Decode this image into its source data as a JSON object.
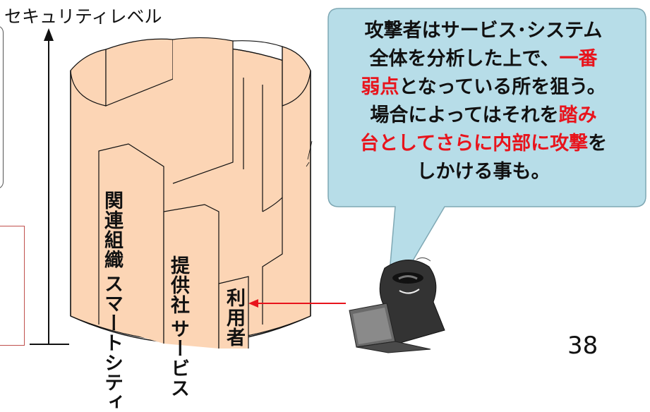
{
  "axis": {
    "label": "セキュリティレベル"
  },
  "cylinder": {
    "panels": [
      {
        "label_lines": [
          "スマートシティ",
          "関連組織"
        ]
      },
      {
        "label_lines": [
          "サービス",
          "提供社"
        ]
      },
      {
        "label_lines": [
          "利用者"
        ]
      }
    ]
  },
  "callout": {
    "segments": [
      {
        "text": "攻撃者はサービス･システム",
        "highlight": false
      },
      {
        "text": "\n",
        "highlight": false
      },
      {
        "text": "全体を分析した上で、",
        "highlight": false
      },
      {
        "text": "一番",
        "highlight": true
      },
      {
        "text": "\n",
        "highlight": false
      },
      {
        "text": "弱点",
        "highlight": true
      },
      {
        "text": "となっている所を狙う。",
        "highlight": false
      },
      {
        "text": "\n",
        "highlight": false
      },
      {
        "text": "場合によってはそれを",
        "highlight": false
      },
      {
        "text": "踏み",
        "highlight": true
      },
      {
        "text": "\n",
        "highlight": false
      },
      {
        "text": "台としてさらに内部に攻撃",
        "highlight": true
      },
      {
        "text": "を",
        "highlight": false
      },
      {
        "text": "\n",
        "highlight": false
      },
      {
        "text": "しかける事も。",
        "highlight": false
      }
    ]
  },
  "page_number": "38",
  "colors": {
    "cylinder_fill": "#fcd5b5",
    "callout_fill": "#b7dde8",
    "highlight": "#e8141c",
    "arrow": "#e8141c",
    "frame_red": "#c0504d"
  }
}
